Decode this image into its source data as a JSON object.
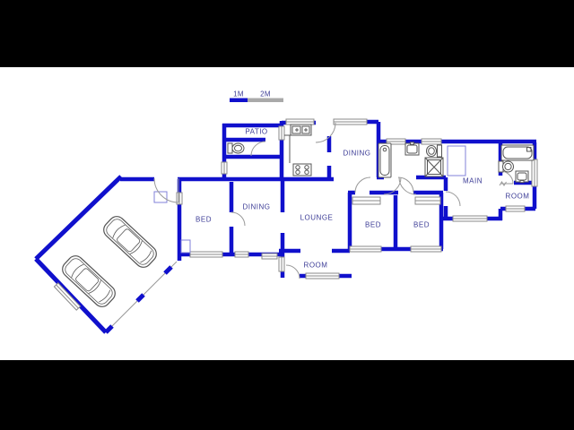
{
  "colors": {
    "letterbox": "#000000",
    "paper": "#ffffff",
    "wall": "#1010cc",
    "label": "#3c3c96",
    "window_frame": "#8a8a8a",
    "door": "#999999",
    "fixture": "#555555",
    "thin_blue": "#8080d8",
    "scale_gray": "#a9a9a9"
  },
  "scale_bar": {
    "label_1m": "1M",
    "label_2m": "2M"
  },
  "rooms": [
    {
      "name": "patio",
      "label": "PATIO"
    },
    {
      "name": "dining-top",
      "label": "DINING"
    },
    {
      "name": "dining-left",
      "label": "DINING"
    },
    {
      "name": "lounge",
      "label": "LOUNGE"
    },
    {
      "name": "bed-left",
      "label": "BED"
    },
    {
      "name": "bed-middle",
      "label": "BED"
    },
    {
      "name": "bed-right",
      "label": "BED"
    },
    {
      "name": "main-bedroom",
      "label": "MAIN"
    },
    {
      "name": "room-right",
      "label": "ROOM"
    },
    {
      "name": "room-bottom",
      "label": "ROOM"
    }
  ],
  "fixtures": {
    "patio_wc": [
      "toilet"
    ],
    "kitchen": [
      "double-sink",
      "stove",
      "counter"
    ],
    "bathroom": [
      "bathtub",
      "basin",
      "toilet",
      "shower"
    ],
    "ensuite": [
      "bathtub",
      "toilet",
      "basin"
    ],
    "garage": [
      "car",
      "car"
    ]
  }
}
